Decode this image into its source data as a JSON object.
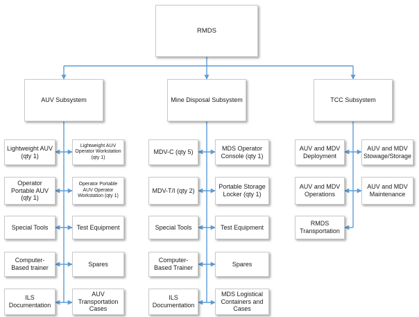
{
  "colors": {
    "connector": "#5b9bd5",
    "box_border": "#c9c9c9",
    "background": "#ffffff"
  },
  "root": {
    "label": "RMDS"
  },
  "subsystems": [
    {
      "label": "AUV Subsystem",
      "left": [
        "Lightweight AUV (qty 1)",
        "Operator Portable AUV (qty 1)",
        "Special Tools",
        "Computer-Based trainer",
        "ILS Documentation"
      ],
      "right": [
        "Lightweight AUV Operator Workstation (qty 1)",
        "Operator Portable AUV Operator Workstation (qty 1)",
        "Test Equipment",
        "Spares",
        "AUV Transportation Cases"
      ]
    },
    {
      "label": "Mine Disposal Subsystem",
      "left": [
        "MDV-C (qty 5)",
        "MDV-T/I (qty 2)",
        "Special Tools",
        "Computer-Based Trainer",
        "ILS Documentation"
      ],
      "right": [
        "MDS Operator Console (qty 1)",
        "Portable Storage Locker (qty 1)",
        "Test Equipment",
        "Spares",
        "MDS Logistical Containers and Cases"
      ]
    },
    {
      "label": "TCC Subsystem",
      "left": [
        "AUV and MDV Deployment",
        "AUV and MDV Operations",
        "RMDS Transportation"
      ],
      "right": [
        "AUV and MDV Stowage/Storage",
        "AUV and MDV Maintenance"
      ]
    }
  ]
}
